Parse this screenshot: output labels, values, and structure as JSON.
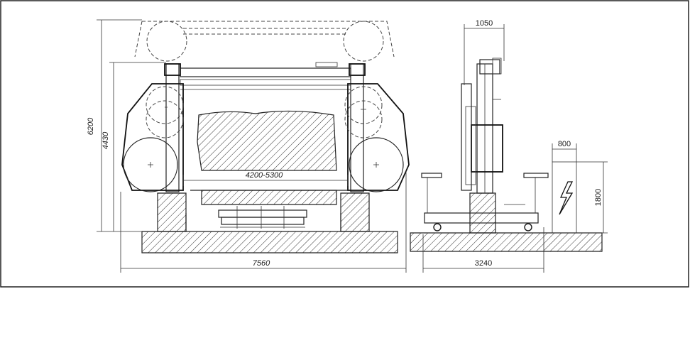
{
  "dimensions": {
    "total_height": "6200",
    "machine_height": "4430",
    "cut_width": "4200-5300",
    "total_width": "7560",
    "side_width_top": "1050",
    "cabinet_width": "800",
    "cabinet_height": "1800",
    "side_base_width": "3240"
  },
  "icons": {
    "electric": "lightning-bolt-icon"
  }
}
